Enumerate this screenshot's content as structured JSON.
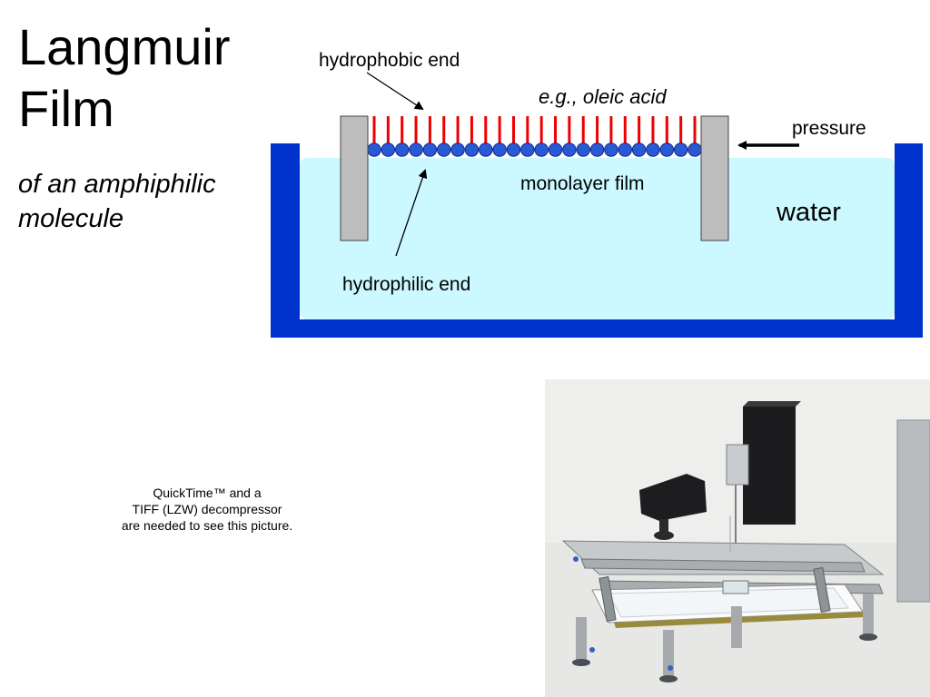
{
  "title": {
    "line1": "Langmuir",
    "line2": "Film"
  },
  "subtitle": {
    "line1": "of an amphiphilic",
    "line2": "molecule"
  },
  "diagram": {
    "label_hydrophobic": "hydrophobic end",
    "label_example": "e.g., oleic acid",
    "label_pressure": "pressure",
    "label_monolayer": "monolayer film",
    "label_water": "water",
    "label_hydrophilic": "hydrophilic end",
    "molecule_count": 24,
    "colors": {
      "trough": "#0033cc",
      "water": "#ccf8ff",
      "tail": "#ee0000",
      "head": "#2b59d6",
      "barrier": "#bdbdbd"
    }
  },
  "quicktime_notice": {
    "line1": "QuickTime™ and a",
    "line2": "TIFF (LZW) decompressor",
    "line3": "are needed to see this picture."
  }
}
